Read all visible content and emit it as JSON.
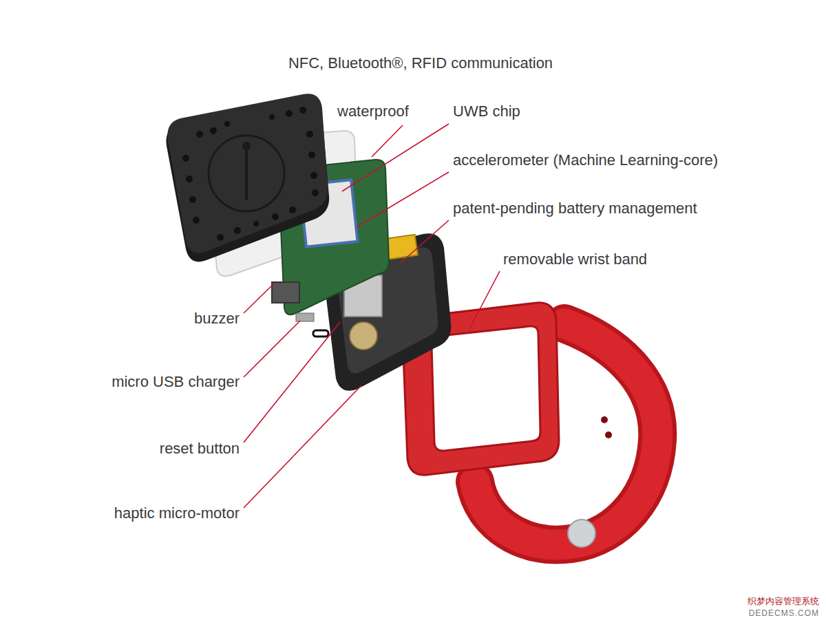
{
  "diagram": {
    "labels": [
      "NFC, Bluetooth®, RFID communication",
      "waterproof",
      "UWB chip",
      "accelerometer (Machine Learning-core)",
      "patent-pending battery management",
      "removable wrist band",
      "buzzer",
      "micro USB charger",
      "reset button",
      "haptic micro-motor",
      "织梦内容管理系统",
      "DEDECMS.COM"
    ]
  }
}
